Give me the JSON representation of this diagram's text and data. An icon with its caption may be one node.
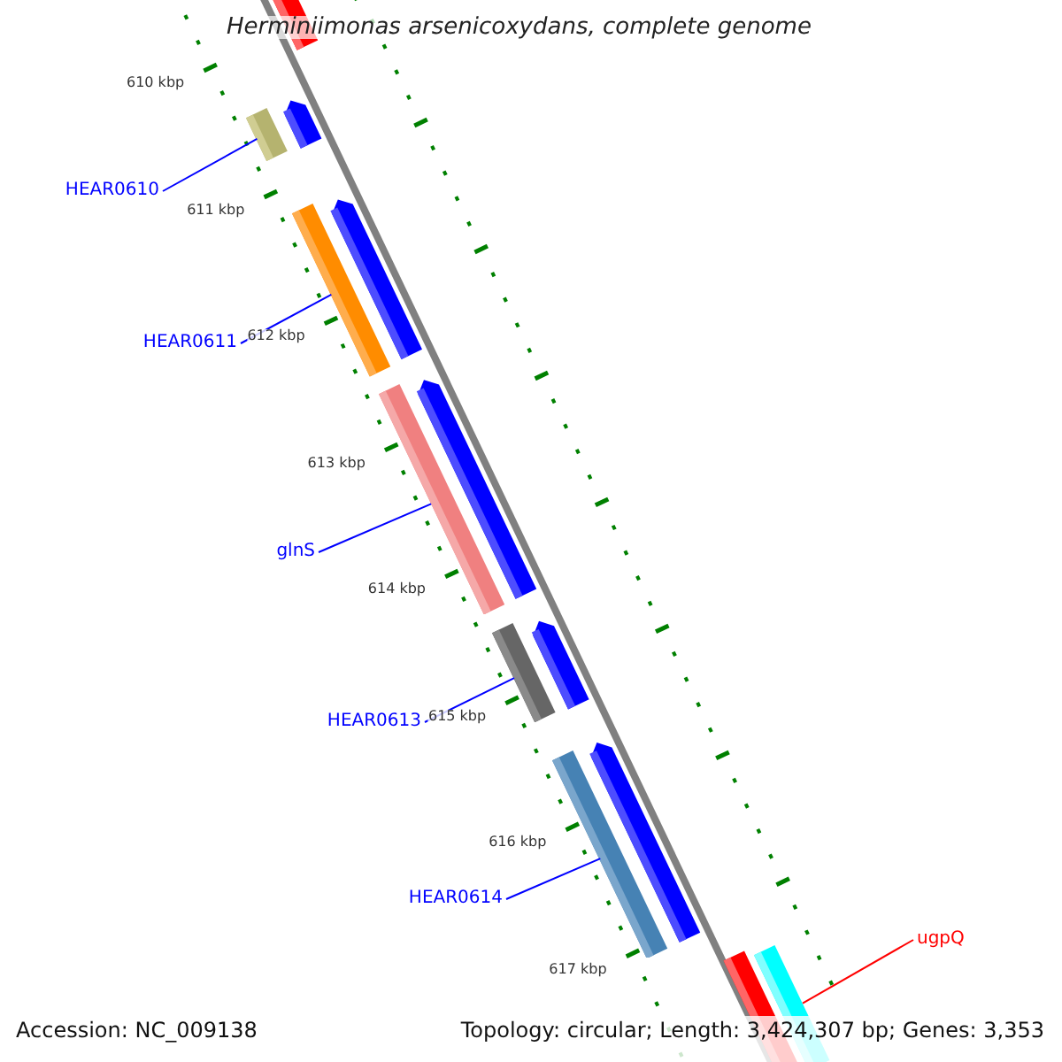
{
  "diagram": {
    "title": "Herminiimonas arsenicoxydans, complete genome",
    "nodes": [
      {
        "text": [
          "HEAR0610"
        ]
      },
      {
        "text": [],
        "shape": "bar"
      },
      {
        "text": [
          "HEAR0611"
        ]
      },
      {
        "text": [],
        "shape": "bar"
      },
      {
        "text": [
          "glnS"
        ]
      },
      {
        "text": [],
        "shape": "bar"
      },
      {
        "text": [
          "HEAR0613"
        ]
      },
      {
        "text": [],
        "shape": "bar"
      },
      {
        "text": [
          "HEAR0614"
        ]
      },
      {
        "text": [],
        "shape": "bar"
      },
      {
        "text": [
          "ugpQ"
        ]
      },
      {
        "text": [],
        "shape": "bar"
      }
    ],
    "edges": [
      {
        "from": 0,
        "to": 1,
        "arrow": "none"
      },
      {
        "from": 2,
        "to": 3,
        "arrow": "none"
      },
      {
        "from": 4,
        "to": 5,
        "arrow": "none"
      },
      {
        "from": 6,
        "to": 7,
        "arrow": "none"
      },
      {
        "from": 8,
        "to": 9,
        "arrow": "none"
      },
      {
        "from": 10,
        "to": 11,
        "arrow": "none",
        "color": "#ff0000"
      }
    ],
    "labels": [
      "610 kbp",
      "611 kbp",
      "612 kbp",
      "613 kbp",
      "614 kbp",
      "615 kbp",
      "616 kbp",
      "617 kbp",
      "Accession: NC_009138",
      "Topology: circular; Length: 3,424,307 bp; Genes: 3,353"
    ]
  }
}
